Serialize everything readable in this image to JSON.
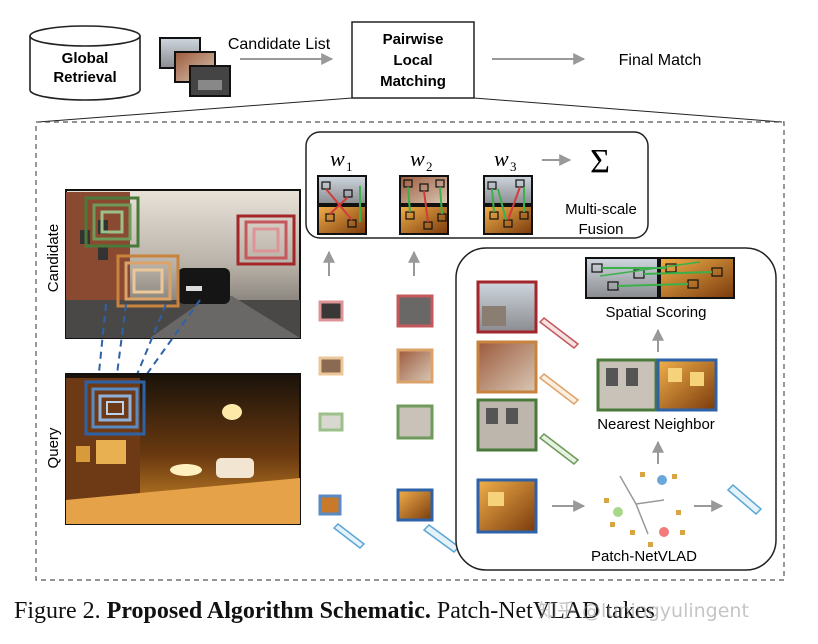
{
  "top_flow": {
    "global_retrieval": [
      "Global",
      "Retrieval"
    ],
    "candidate_list": "Candidate List",
    "pairwise_local_matching": [
      "Pairwise",
      "Local",
      "Matching"
    ],
    "final_match": "Final Match"
  },
  "side_labels": {
    "candidate": "Candidate",
    "query": "Query"
  },
  "fusion": {
    "weights": [
      "w",
      "w",
      "w"
    ],
    "weight_subscripts": [
      "1",
      "2",
      "3"
    ],
    "sum_symbol": "Σ",
    "label": [
      "Multi-scale",
      "Fusion"
    ]
  },
  "pipeline": {
    "spatial_scoring": "Spatial Scoring",
    "nearest_neighbor": "Nearest Neighbor",
    "patch_netvlad": "Patch-NetVLAD"
  },
  "caption": {
    "prefix": "Figure 2. ",
    "bold": "Proposed Algorithm Schematic.",
    "suffix": " Patch-NetVLAD takes"
  },
  "watermark": "知乎 @luningyulingent",
  "colors": {
    "red": "#a3262b",
    "orange": "#c8833c",
    "green": "#4a7a3a",
    "blue": "#2e62a8",
    "cyan": "#5aa7d6",
    "arrow": "#999999"
  }
}
